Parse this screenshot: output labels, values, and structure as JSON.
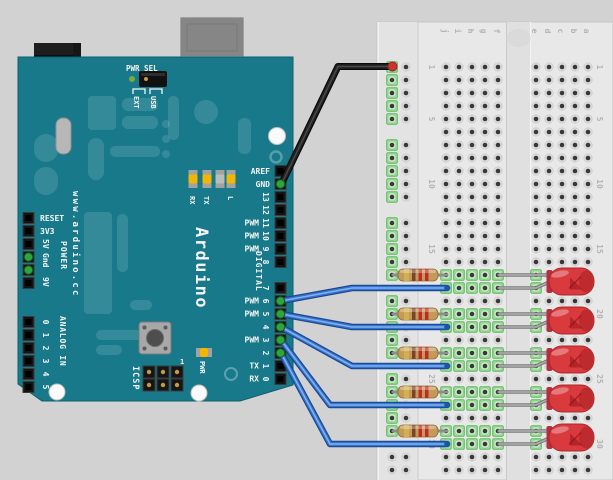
{
  "colors": {
    "board_teal": "#17798a",
    "breadboard_body": "#e8e8e8",
    "wire_blue": "#3473cf",
    "wire_black": "#141414",
    "led_red": "#d93a3e",
    "connected_hole_green": "#9fe09b",
    "pin_connected_green": "#2fa53c",
    "wire_endpoint_red": "#cc3333",
    "status_led_yellow": "#f2b705"
  },
  "arduino": {
    "brand_label": "Arduino",
    "website_label": "www.arduino.cc",
    "pwr_sel": {
      "label": "PWR SEL",
      "options": [
        "EXT",
        "USB"
      ]
    },
    "status_leds": {
      "labels": [
        "RX",
        "TX",
        "L"
      ]
    },
    "pwr_led_label": "PWR",
    "icsp": {
      "label": "ICSP",
      "pin1_label": "1"
    },
    "power_header": {
      "title": "POWER",
      "horizontal_pins": [
        "RESET",
        "3V3"
      ],
      "vertical_pins": [
        "5V",
        "Gnd",
        "9V"
      ],
      "pin_count": 6,
      "green_pin_indices": [
        3,
        4
      ]
    },
    "analog_header": {
      "title": "ANALOG IN",
      "pin_labels": [
        "0",
        "1",
        "2",
        "3",
        "4",
        "5"
      ]
    },
    "digital_header": {
      "title": "DIGITAL",
      "pwm_label": "PWM",
      "top_pins": [
        {
          "label": "AREF"
        },
        {
          "label": "GND",
          "connected": true
        },
        {
          "label": "13",
          "rot": true
        },
        {
          "label": "12",
          "rot": true
        },
        {
          "label": "11",
          "rot": true,
          "pwm": true
        },
        {
          "label": "10",
          "rot": true,
          "pwm": true
        },
        {
          "label": "9",
          "rot": true,
          "pwm": true
        },
        {
          "label": "8",
          "rot": true
        }
      ],
      "bottom_pins": [
        {
          "label": "7",
          "rot": true
        },
        {
          "label": "6",
          "rot": true,
          "pwm": true,
          "connected": true
        },
        {
          "label": "5",
          "rot": true,
          "pwm": true,
          "connected": true
        },
        {
          "label": "4",
          "rot": true,
          "connected": true
        },
        {
          "label": "3",
          "rot": true,
          "pwm": true,
          "connected": true
        },
        {
          "label": "2",
          "rot": true,
          "connected": true
        },
        {
          "label": "1",
          "rot": true,
          "sub": "TX"
        },
        {
          "label": "0",
          "rot": true,
          "sub": "RX"
        }
      ]
    }
  },
  "breadboard": {
    "column_labels": [
      "j",
      "i",
      "h",
      "g",
      "f",
      "e",
      "d",
      "c",
      "b",
      "a"
    ],
    "row_numbers": [
      1,
      5,
      10,
      15,
      20,
      25,
      30
    ]
  },
  "circuit": {
    "ground_wire": {
      "color": "black",
      "from": "Arduino GND",
      "to": "breadboard left rail"
    },
    "units": [
      {
        "arduino_pin": "6",
        "resistor_row": 17,
        "led_color": "red",
        "resistor_bands": [
          "gold",
          "brown",
          "red",
          "red"
        ]
      },
      {
        "arduino_pin": "5",
        "resistor_row": 20,
        "led_color": "red",
        "resistor_bands": [
          "gold",
          "brown",
          "red",
          "red"
        ]
      },
      {
        "arduino_pin": "4",
        "resistor_row": 23,
        "led_color": "red",
        "resistor_bands": [
          "gold",
          "brown",
          "red",
          "red"
        ]
      },
      {
        "arduino_pin": "3",
        "resistor_row": 26,
        "led_color": "red",
        "resistor_bands": [
          "gold",
          "brown",
          "red",
          "red"
        ]
      },
      {
        "arduino_pin": "2",
        "resistor_row": 29,
        "led_color": "red",
        "resistor_bands": [
          "gold",
          "brown",
          "red",
          "red"
        ]
      }
    ]
  }
}
